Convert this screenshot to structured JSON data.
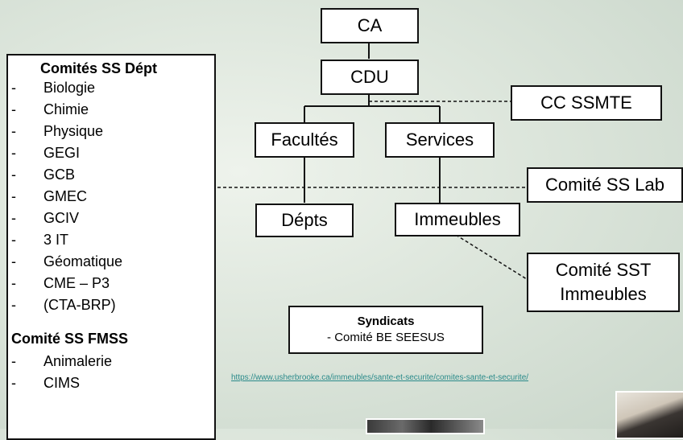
{
  "nodes": {
    "ca": "CA",
    "cdu": "CDU",
    "cc_ssmte": "CC SSMTE",
    "facultes": "Facultés",
    "services": "Services",
    "comite_ss_lab": "Comité SS Lab",
    "depts": "Dépts",
    "immeubles": "Immeubles",
    "comite_sst_line1": "Comité SST",
    "comite_sst_line2": "Immeubles"
  },
  "syndicats": {
    "title": "Syndicats",
    "item": "- Comité BE SEESUS"
  },
  "panel": {
    "heading1": "Comités SS Dépt",
    "items1": [
      "Biologie",
      "Chimie",
      "Physique",
      "GEGI",
      "GCB",
      "GMEC",
      "GCIV",
      "3 IT",
      "Géomatique",
      "CME – P3",
      "(CTA-BRP)"
    ],
    "heading2": "Comité SS FMSS",
    "items2": [
      " Animalerie",
      "CIMS"
    ]
  },
  "link": "https://www.usherbrooke.ca/immeubles/sante-et-securite/comites-sante-et-securite/"
}
